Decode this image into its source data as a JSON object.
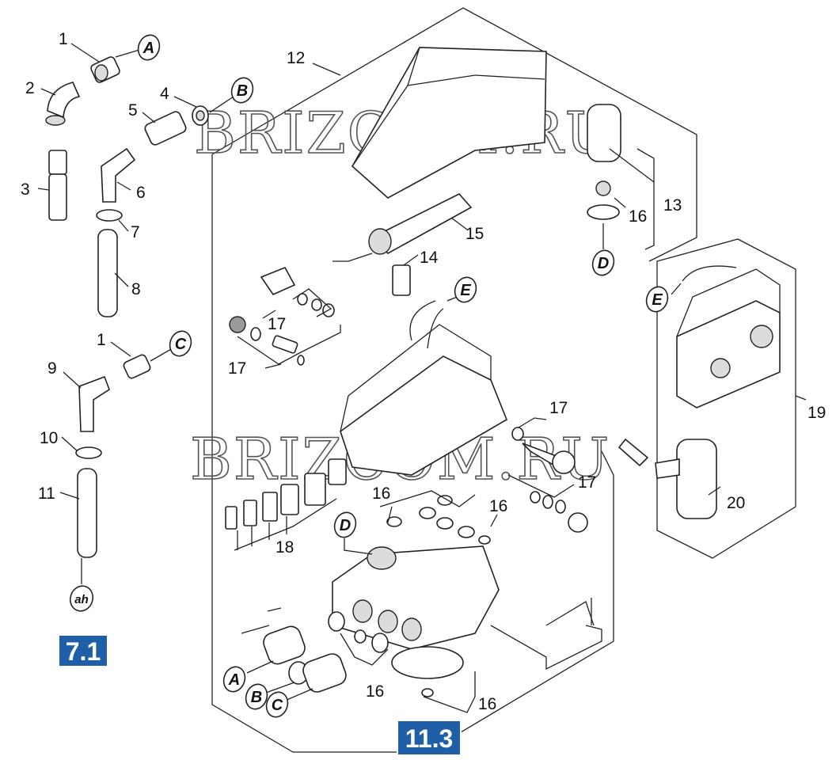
{
  "labels": {
    "n1a": "1",
    "n2": "2",
    "n3": "3",
    "n4": "4",
    "n5": "5",
    "n6": "6",
    "n7": "7",
    "n8": "8",
    "n1b": "1",
    "n9": "9",
    "n10": "10",
    "n11": "11",
    "n12": "12",
    "n13": "13",
    "n14": "14",
    "n15": "15",
    "n16a": "16",
    "n16b": "16",
    "n16c": "16",
    "n16d": "16",
    "n16e": "16",
    "n17a": "17",
    "n17b": "17",
    "n17c": "17",
    "n17d": "17",
    "n18": "18",
    "n19": "19",
    "n20": "20"
  },
  "callouts": {
    "a_top": "A",
    "b_top": "B",
    "c_top": "C",
    "d_top": "D",
    "e_top": "E",
    "e_right": "E",
    "d_mid": "D",
    "ah": "ah",
    "a_bottom": "A",
    "b_bottom": "B",
    "c_bottom": "C"
  },
  "references": {
    "left": "7.1",
    "bottom": "11.3"
  },
  "watermark": {
    "top": "BRIZCOM.RU",
    "middle": "BRIZCOM.RU"
  },
  "colors": {
    "reference_box": "#1f5fa8",
    "line": "#222222",
    "watermark": "#555555"
  }
}
